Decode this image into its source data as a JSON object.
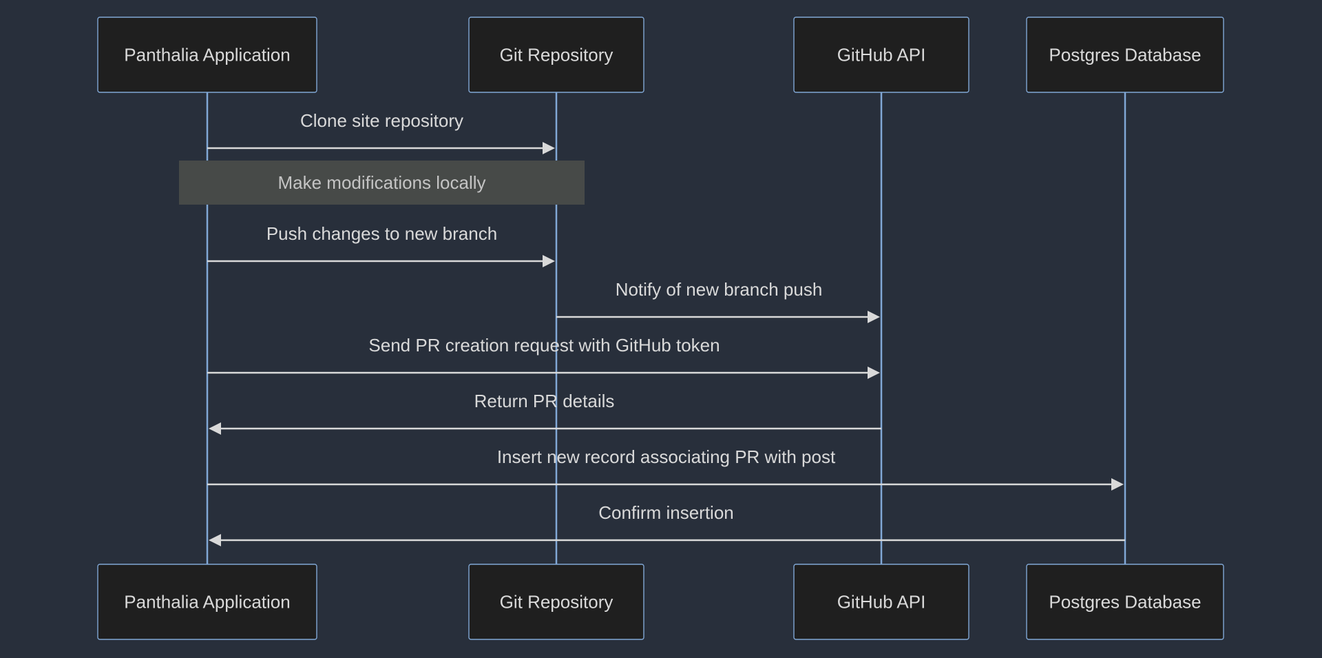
{
  "participants": [
    {
      "id": "app",
      "label": "Panthalia Application"
    },
    {
      "id": "git",
      "label": "Git Repository"
    },
    {
      "id": "gh",
      "label": "GitHub API"
    },
    {
      "id": "db",
      "label": "Postgres Database"
    }
  ],
  "messages": [
    {
      "from": "app",
      "to": "git",
      "label": "Clone site repository"
    },
    {
      "from": "git",
      "to": "gh",
      "label": "Notify of new branch push"
    }
  ],
  "sequence": [
    {
      "kind": "message",
      "from": "app",
      "to": "git",
      "label": "Clone site repository"
    },
    {
      "kind": "note",
      "over": [
        "app",
        "git"
      ],
      "label": "Make modifications locally"
    },
    {
      "kind": "message",
      "from": "app",
      "to": "git",
      "label": "Push changes to new branch"
    },
    {
      "kind": "message",
      "from": "git",
      "to": "gh",
      "label": "Notify of new branch push"
    },
    {
      "kind": "message",
      "from": "app",
      "to": "gh",
      "label": "Send PR creation request with GitHub token"
    },
    {
      "kind": "message",
      "from": "gh",
      "to": "app",
      "label": "Return PR details"
    },
    {
      "kind": "message",
      "from": "app",
      "to": "db",
      "label": "Insert new record associating PR with post"
    },
    {
      "kind": "message",
      "from": "db",
      "to": "app",
      "label": "Confirm insertion"
    }
  ]
}
